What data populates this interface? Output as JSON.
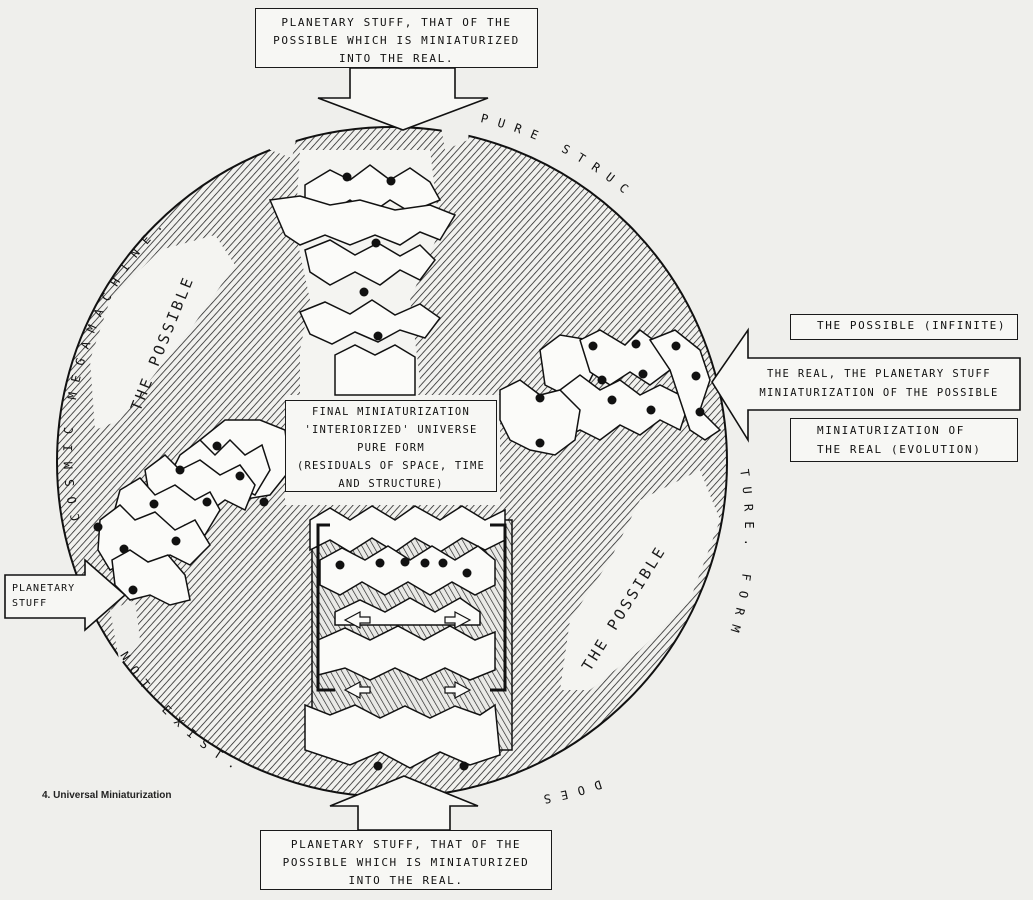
{
  "diagram": {
    "caption": "4. Universal Miniaturization",
    "top_box": {
      "lines": [
        "Planetary stuff, that of the",
        "possible which is miniaturized",
        "into the real."
      ]
    },
    "bottom_box": {
      "lines": [
        "Planetary stuff, that of the",
        "possible which is miniaturized",
        "into the real."
      ]
    },
    "center_box": {
      "lines": [
        "Final miniaturization",
        "'interiorized' universe",
        "pure   form",
        "(residuals of space, time",
        "and structure)"
      ]
    },
    "left_box": {
      "lines": [
        "Planetary",
        "stuff"
      ]
    },
    "right_box": {
      "lines": [
        "The real, the planetary stuff",
        "miniaturization of the possible"
      ]
    },
    "legend": {
      "possible": "The possible (infinite)",
      "real_lines": [
        "Miniaturization of",
        "the real (evolution)"
      ]
    },
    "arc_text": {
      "cosmic": "COSMIC MEGAMACHINE.",
      "pure": "PURE STRUC",
      "ture": "TURE. FORM",
      "does": "DOES",
      "not": "NOT EXIST."
    },
    "possible_labels": [
      "THE POSSIBLE",
      "THE POSSIBLE"
    ],
    "colors": {
      "ink": "#111111",
      "paper": "#efefec",
      "hatch": "#1c1c1c"
    }
  }
}
